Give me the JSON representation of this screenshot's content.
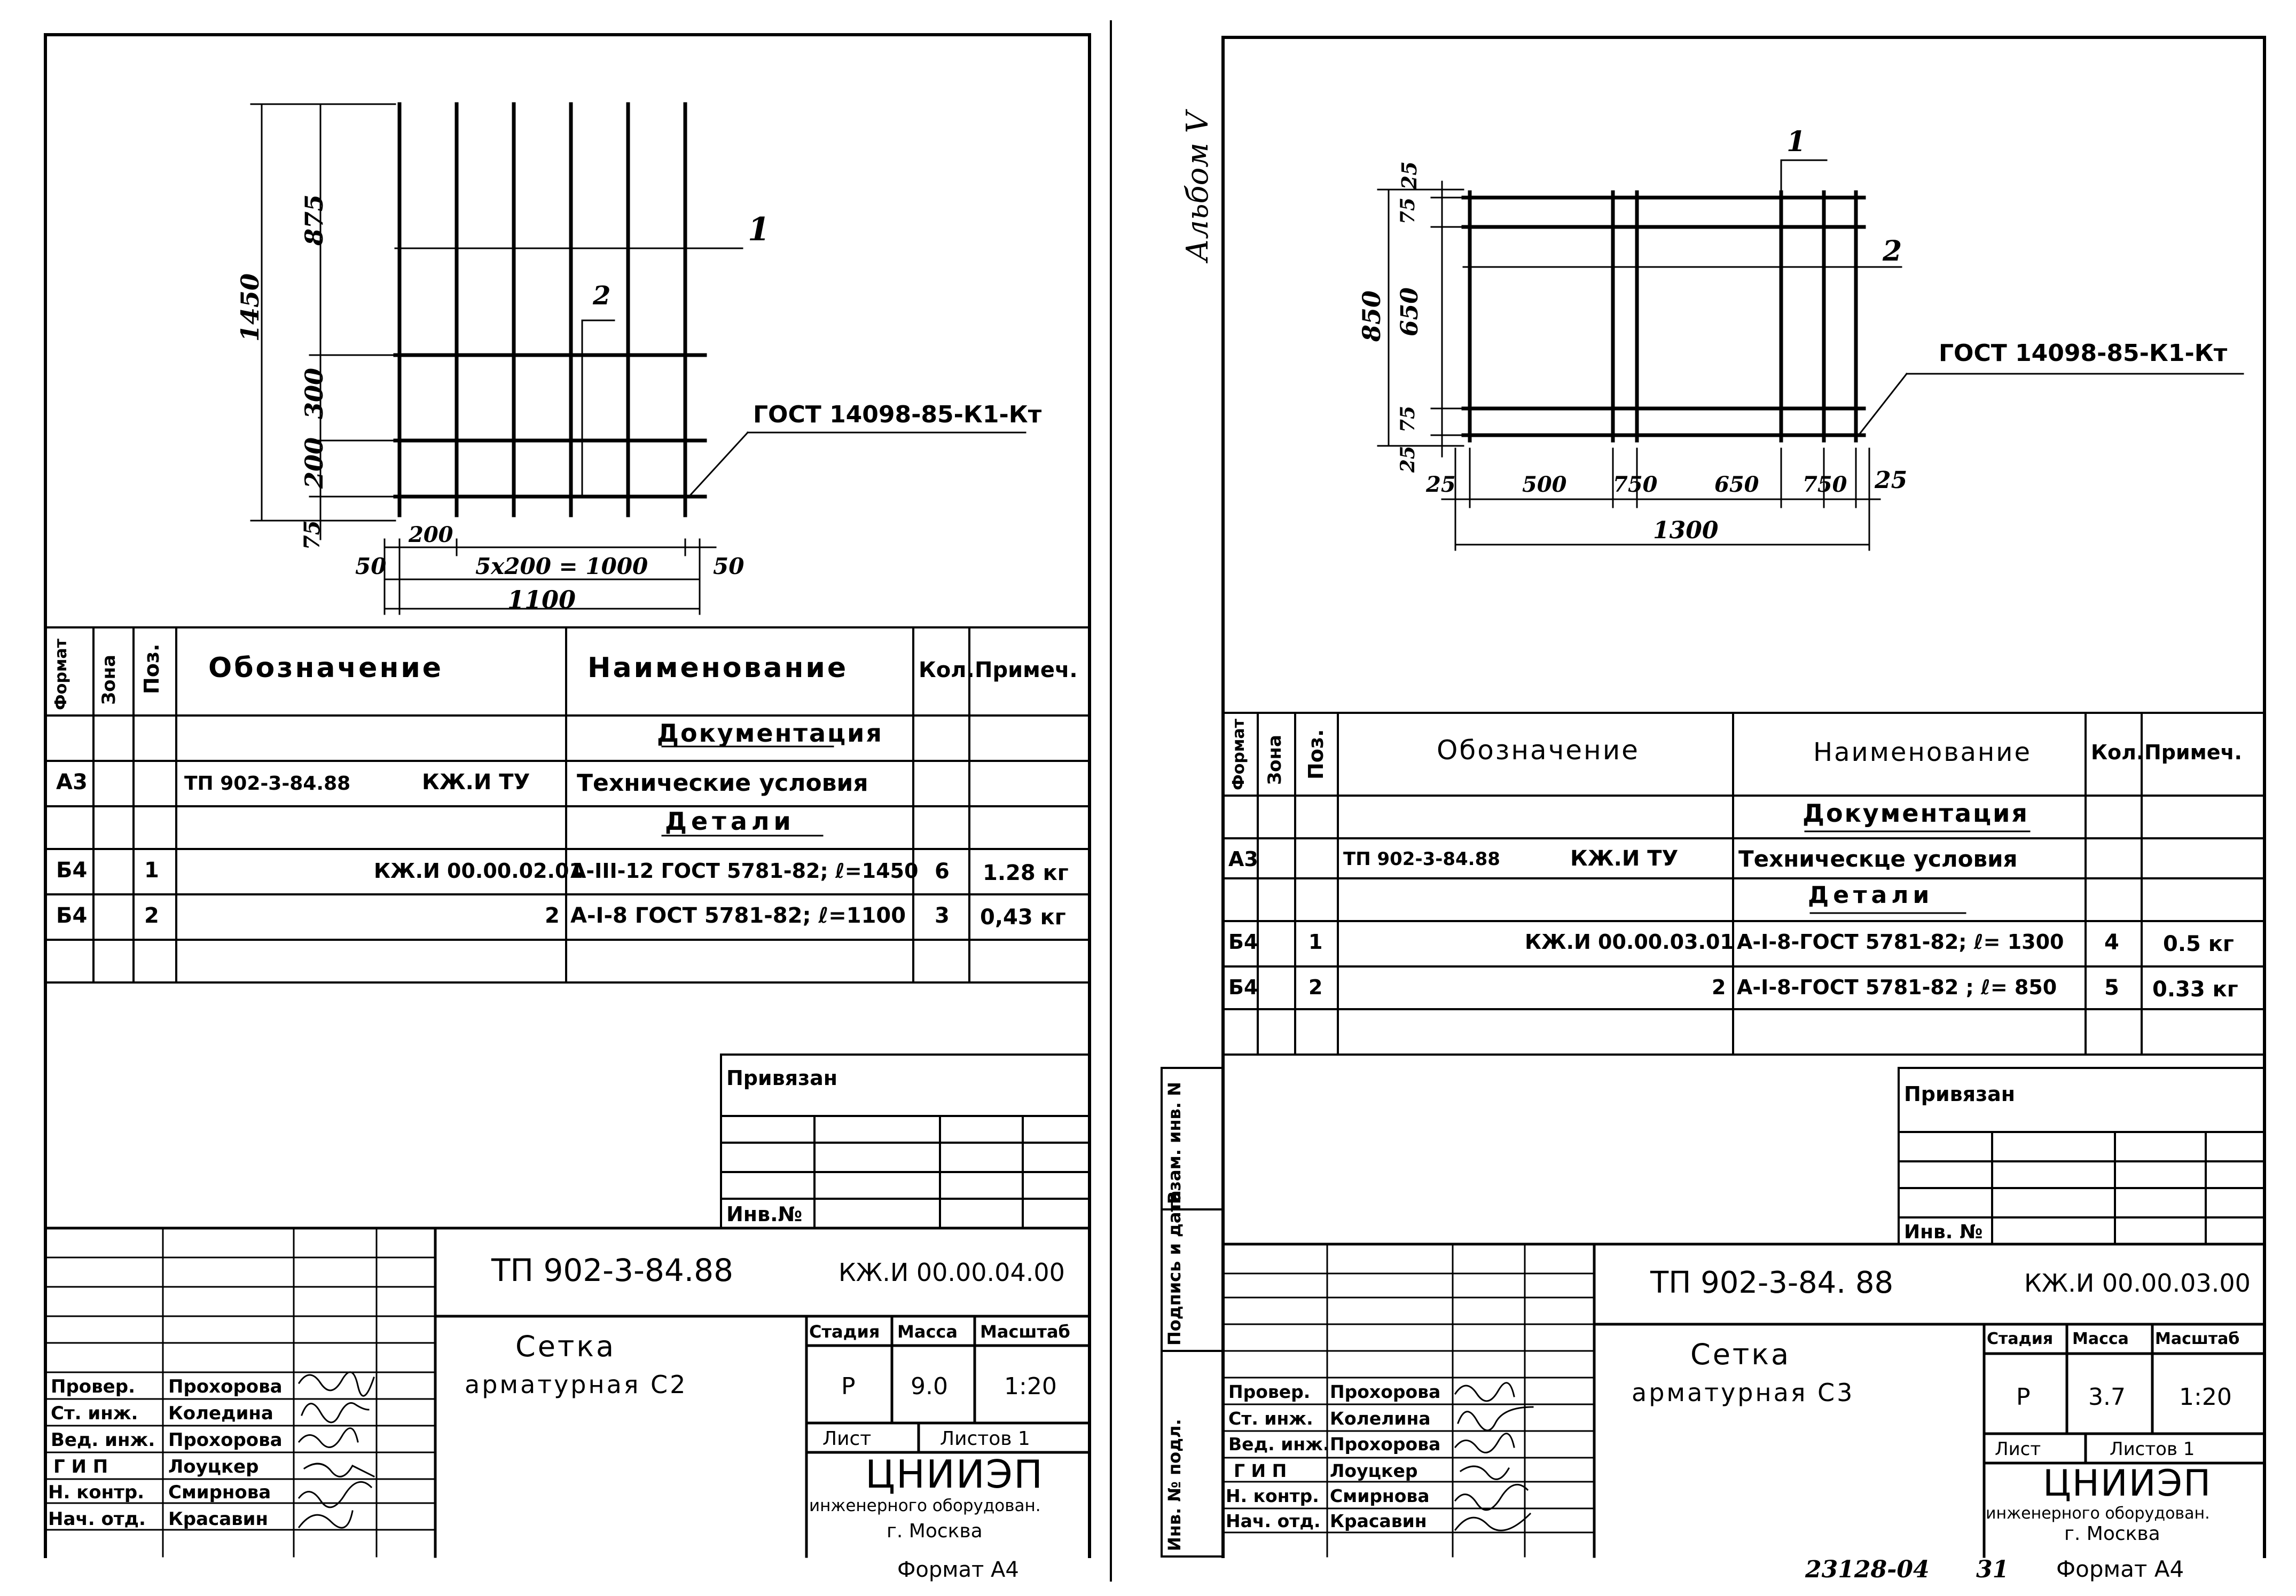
{
  "album_label": "Альбом V",
  "left_sheet": {
    "drawing": {
      "dim_1450": "1450",
      "dim_875": "875",
      "dim_300": "300",
      "dim_200v": "200",
      "dim_75": "75",
      "dim_200h": "200",
      "dim_50a": "50",
      "dim_5x200": "5х200 = 1000",
      "dim_50b": "50",
      "dim_1100": "1100",
      "callout_1": "1",
      "callout_2": "2",
      "gost_note": "ГОСТ 14098-85-К1-Кт"
    },
    "spec": {
      "headers": {
        "format": "Формат",
        "zone": "Зона",
        "pos": "Поз.",
        "designation": "Обозначение",
        "name": "Наименование",
        "qty": "Кол.",
        "note": "Примеч."
      },
      "section_docs": "Документация",
      "row_a3": {
        "format": "А3",
        "designation": "ТП 902-3-84.88",
        "designation2": "КЖ.И ТУ",
        "name": "Технические условия"
      },
      "section_parts": "Детали",
      "rows": [
        {
          "format": "Б4",
          "pos": "1",
          "designation": "КЖ.И 00.00.02.01",
          "name": "А-III-12 ГОСТ 5781-82; ℓ=1450",
          "qty": "6",
          "note": "1.28 кг"
        },
        {
          "format": "Б4",
          "pos": "2",
          "designation": "2",
          "name": "А-I-8 ГОСТ 5781-82; ℓ=1100",
          "qty": "3",
          "note": "0,43 кг"
        }
      ]
    },
    "privyazan": "Привязан",
    "inv_no": "Инв.№",
    "title_block": {
      "code": "ТП 902-3-84.88",
      "doc_code": "КЖ.И 00.00.04.00",
      "title_line1": "Сетка",
      "title_line2": "арматурная С2",
      "stage_label": "Стадия",
      "mass_label": "Масса",
      "scale_label": "Масштаб",
      "stage": "Р",
      "mass": "9.0",
      "scale": "1:20",
      "sheet_label": "Лист",
      "sheets_label": "Листов 1",
      "org_name": "ЦНИИЭП",
      "org_line2": "инженерного оборудован.",
      "org_line3": "г. Москва",
      "roles": [
        {
          "role": "Провер.",
          "name": "Прохорова"
        },
        {
          "role": "Ст. инж.",
          "name": "Коледина"
        },
        {
          "role": "Вед. инж.",
          "name": "Прохорова"
        },
        {
          "role": "Г И П",
          "name": "Лоуцкер"
        },
        {
          "role": "Н. контр.",
          "name": "Смирнова"
        },
        {
          "role": "Нач. отд.",
          "name": "Красавин"
        }
      ]
    },
    "format": "Формат А4"
  },
  "right_sheet": {
    "drawing": {
      "dim_25t": "25",
      "dim_75t": "75",
      "dim_850": "850",
      "dim_650v": "650",
      "dim_75b": "75",
      "dim_25b": "25",
      "dim_25l": "25",
      "dim_500": "500",
      "dim_750a": "750",
      "dim_650h": "650",
      "dim_750b": "750",
      "dim_25r": "25",
      "dim_1300": "1300",
      "callout_1": "1",
      "callout_2": "2",
      "gost_note": "ГОСТ 14098-85-К1-Кт"
    },
    "spec": {
      "headers": {
        "format": "Формат",
        "zone": "Зона",
        "pos": "Поз.",
        "designation": "Обозначение",
        "name": "Наименование",
        "qty": "Кол.",
        "note": "Примеч."
      },
      "section_docs": "Документация",
      "row_a3": {
        "format": "А3",
        "designation": "ТП 902-3-84.88",
        "designation2": "КЖ.И ТУ",
        "name": "Техническце условия"
      },
      "section_parts": "Детали",
      "rows": [
        {
          "format": "Б4",
          "pos": "1",
          "designation": "КЖ.И 00.00.03.01",
          "name": "А-I-8-ГОСТ 5781-82; ℓ= 1300",
          "qty": "4",
          "note": "0.5 кг"
        },
        {
          "format": "Б4",
          "pos": "2",
          "designation": "2",
          "name": "А-I-8-ГОСТ 5781-82 ; ℓ= 850",
          "qty": "5",
          "note": "0.33 кг"
        }
      ]
    },
    "privyazan": "Привязан",
    "inv_no": "Инв. №",
    "side_labels": {
      "inv_orig": "Инв. № подл.",
      "sign_date": "Подпись и дата",
      "vzam": "Взам. инв. N"
    },
    "title_block": {
      "code": "ТП 902-3-84. 88",
      "doc_code": "КЖ.И 00.00.03.00",
      "title_line1": "Сетка",
      "title_line2": "арматурная С3",
      "stage_label": "Стадия",
      "mass_label": "Масса",
      "scale_label": "Масштаб",
      "stage": "Р",
      "mass": "3.7",
      "scale": "1:20",
      "sheet_label": "Лист",
      "sheets_label": "Листов 1",
      "org_name": "ЦНИИЭП",
      "org_line2": "инженерного оборудован.",
      "org_line3": "г. Москва",
      "roles": [
        {
          "role": "Провер.",
          "name": "Прохорова"
        },
        {
          "role": "Ст. инж.",
          "name": "Колелина"
        },
        {
          "role": "Вед. инж.",
          "name": "Прохорова"
        },
        {
          "role": "Г И П",
          "name": "Лоуцкер"
        },
        {
          "role": "Н. контр.",
          "name": "Смирнова"
        },
        {
          "role": "Нач. отд.",
          "name": "Красавин"
        }
      ]
    },
    "footer_number": "23128-04",
    "footer_page": "31",
    "format": "Формат А4"
  }
}
